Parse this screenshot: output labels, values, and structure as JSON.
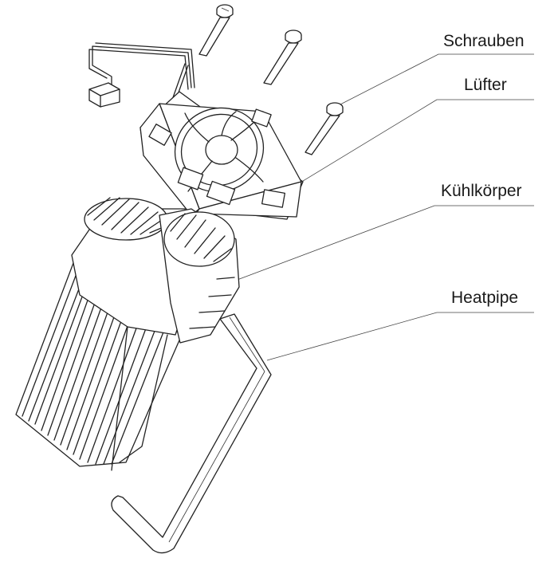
{
  "labels": {
    "screws": "Schrauben",
    "fan": "Lüfter",
    "heatsink": "Kühlkörper",
    "heatpipe": "Heatpipe"
  }
}
